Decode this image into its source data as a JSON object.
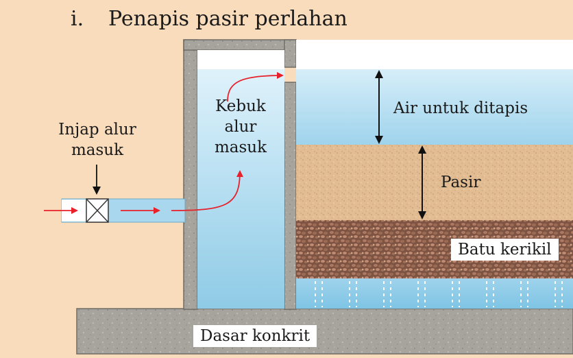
{
  "title": {
    "number": "i.",
    "text": "Penapis pasir perlahan"
  },
  "labels": {
    "inlet_valve": [
      "Injap alur",
      "masuk"
    ],
    "inlet_chamber": [
      "Kebuk",
      "alur",
      "masuk"
    ],
    "water_to_filter": "Air untuk ditapis",
    "sand": "Pasir",
    "gravel": "Batu kerikil",
    "concrete_base": "Dasar konkrit"
  },
  "colors": {
    "background": "#f9dcbb",
    "water": "#a9d8ee",
    "concrete": "#a8a59f",
    "sand": "#dfb88e",
    "gravel": "#8a5d4a",
    "flow_arrow": "#e8202a"
  },
  "icons": {
    "valve": "valve-x-icon",
    "flow": "red-arrow-icon",
    "dimension": "double-arrow-icon"
  }
}
